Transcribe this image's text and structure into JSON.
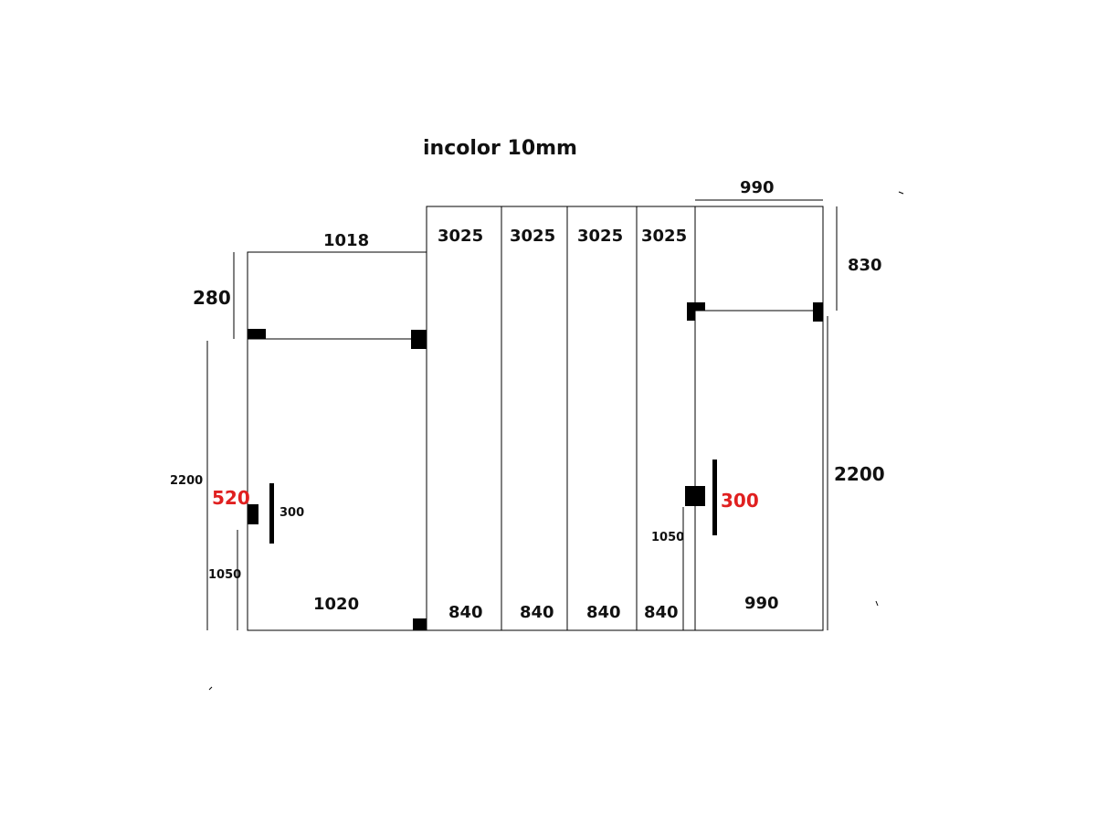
{
  "title": "incolor 10mm",
  "colors": {
    "line": "#000000",
    "text": "#111111",
    "accent": "#e02020",
    "background": "#ffffff"
  },
  "left_door": {
    "top_width": "1018",
    "bottom_width": "1020",
    "transom_height": "280",
    "door_height": "2200",
    "handle_offset": "520",
    "handle_length": "300",
    "floor_to_handle": "1050"
  },
  "middle_panels": {
    "heights": [
      "3025",
      "3025",
      "3025",
      "3025"
    ],
    "widths": [
      "840",
      "840",
      "840",
      "840"
    ]
  },
  "right_door": {
    "top_width": "990",
    "bottom_width": "990",
    "transom_height": "830",
    "door_height": "2200",
    "handle_length": "300",
    "floor_to_handle": "1050"
  }
}
